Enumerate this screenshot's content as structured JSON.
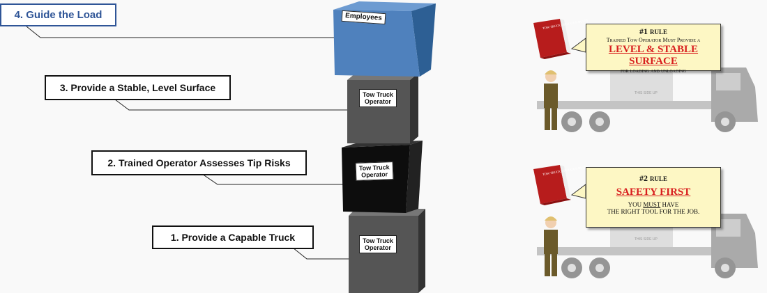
{
  "steps": [
    {
      "label": "4. Guide the Load"
    },
    {
      "label": "3. Provide a Stable, Level Surface"
    },
    {
      "label": "2. Trained Operator Assesses Tip Risks"
    },
    {
      "label": "1. Provide a Capable Truck"
    }
  ],
  "blocks": {
    "top": "Employees",
    "middle_1_line1": "Tow Truck",
    "middle_1_line2": "Operator",
    "middle_2_line1": "Tow Truck",
    "middle_2_line2": "Operator",
    "bottom_line1": "Tow Truck",
    "bottom_line2": "Operator"
  },
  "rules": [
    {
      "book": "TOW TRUCK OPERATOR RULES",
      "number": "#1",
      "number_word": "RULE",
      "line1": "Trained Tow Operator Must Provide a",
      "highlight": "LEVEL & STABLE SURFACE",
      "line3": "for loading and unloading",
      "load_text": "THIS SIDE UP"
    },
    {
      "book": "TOW TRUCK OPERATOR RULES",
      "number": "#2",
      "number_word": "RULE",
      "highlight": "SAFETY FIRST",
      "line2_pre": "YOU ",
      "line2_emph": "MUST",
      "line2_post": " HAVE",
      "line3": "THE RIGHT TOOL FOR THE JOB.",
      "load_text": "THIS SIDE UP"
    }
  ],
  "colors": {
    "blue_box": "#4f81bd",
    "gray_box": "#555555",
    "black_box": "#111111",
    "accent_blue": "#2f5597",
    "rule_red": "#d81e1e",
    "callout_bg": "#fdf7c4"
  }
}
